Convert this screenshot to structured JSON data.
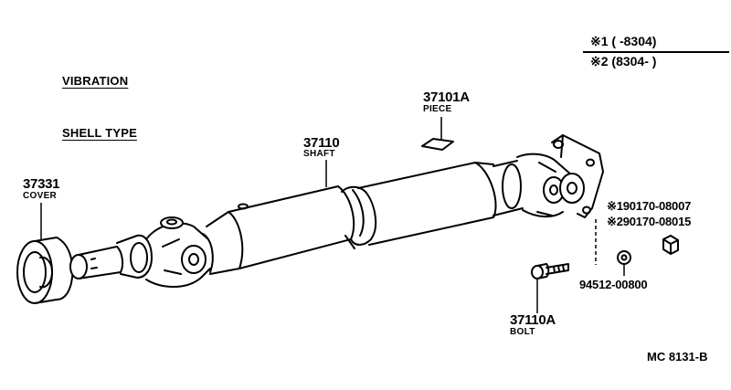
{
  "headings": {
    "vibration": "VIBRATION",
    "shell_type": "SHELL TYPE"
  },
  "date_notes": {
    "note1": "※1 (      -8304)",
    "note2": "※2 (8304-      )"
  },
  "parts": {
    "cover": {
      "number": "37331",
      "name": "COVER"
    },
    "shaft": {
      "number": "37110",
      "name": "SHAFT"
    },
    "piece": {
      "number": "37101A",
      "name": "PIECE"
    },
    "bolt": {
      "number": "37110A",
      "name": "BOLT"
    },
    "washer": {
      "number": "94512-00800"
    },
    "nut_variant_1": {
      "number": "※190170-08007"
    },
    "nut_variant_2": {
      "number": "※290170-08015"
    }
  },
  "diagram_code": "MC 8131-B"
}
